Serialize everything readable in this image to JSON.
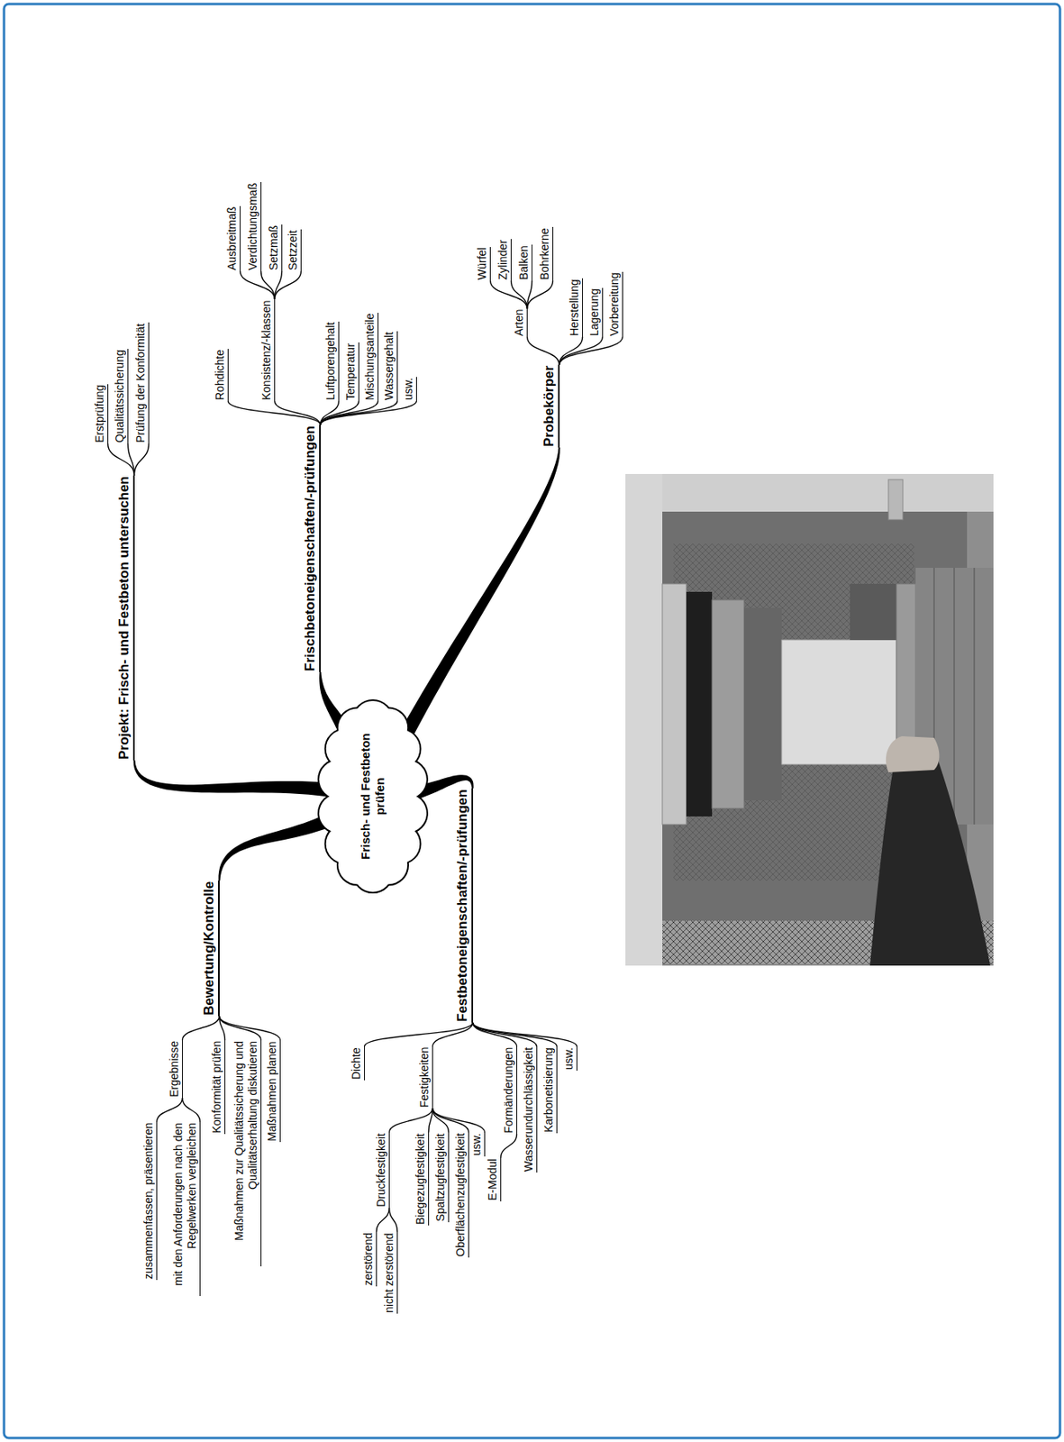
{
  "diagram": {
    "nodes": [
      {
        "text": [
          "Frisch- und Festbeton prüfen"
        ]
      },
      {
        "text": [
          "Projekt: Frisch- und Festbeton untersuchen"
        ]
      },
      {
        "text": [
          "Erstprüfung"
        ]
      },
      {
        "text": [
          "Qualitätssicherung"
        ]
      },
      {
        "text": [
          "Prüfung der Konformität"
        ]
      },
      {
        "text": [
          "Frischbetoneigenschaften/-prüfungen"
        ]
      },
      {
        "text": [
          "Rohdichte"
        ]
      },
      {
        "text": [
          "Konsistenz/-klassen"
        ]
      },
      {
        "text": [
          "Ausbreitmaß"
        ]
      },
      {
        "text": [
          "Verdichtungsmaß"
        ]
      },
      {
        "text": [
          "Setzmaß"
        ]
      },
      {
        "text": [
          "Setzzeit"
        ]
      },
      {
        "text": [
          "Luftporengehalt"
        ]
      },
      {
        "text": [
          "Temperatur"
        ]
      },
      {
        "text": [
          "Mischungsanteile"
        ]
      },
      {
        "text": [
          "Wassergehalt"
        ]
      },
      {
        "text": [
          "usw."
        ]
      },
      {
        "text": [
          "Probekörper"
        ]
      },
      {
        "text": [
          "Arten"
        ]
      },
      {
        "text": [
          "Würfel"
        ]
      },
      {
        "text": [
          "Zylinder"
        ]
      },
      {
        "text": [
          "Balken"
        ]
      },
      {
        "text": [
          "Bohrkerne"
        ]
      },
      {
        "text": [
          "Herstellung"
        ]
      },
      {
        "text": [
          "Lagerung"
        ]
      },
      {
        "text": [
          "Vorbereitung"
        ]
      },
      {
        "text": [
          "Bewertung/Kontrolle"
        ]
      },
      {
        "text": [
          "Ergebnisse"
        ]
      },
      {
        "text": [
          "zusammenfassen, präsentieren"
        ]
      },
      {
        "text": [
          "mit den Anforderungen nach den Regelwerken vergleichen"
        ]
      },
      {
        "text": [
          "Konformität prüfen"
        ]
      },
      {
        "text": [
          "Maßnahmen zur Qualitätssicherung und Qualitätserhaltung diskutieren"
        ]
      },
      {
        "text": [
          "Maßnahmen planen"
        ]
      },
      {
        "text": [
          "Festbetoneigenschaften/-prüfungen"
        ]
      },
      {
        "text": [
          "Dichte"
        ]
      },
      {
        "text": [
          "Festigkeiten"
        ]
      },
      {
        "text": [
          "Druckfestigkeit"
        ]
      },
      {
        "text": [
          "zerstörend"
        ]
      },
      {
        "text": [
          "nicht zerstörend"
        ]
      },
      {
        "text": [
          "Biegezugfestigkeit"
        ]
      },
      {
        "text": [
          "Spaltzugfestigkeit"
        ]
      },
      {
        "text": [
          "Oberflächenzugfestigkeit"
        ]
      },
      {
        "text": [
          "usw."
        ]
      },
      {
        "text": [
          "Formänderungen"
        ]
      },
      {
        "text": [
          "E-Modul"
        ]
      },
      {
        "text": [
          "Wasserundurchlässigkeit"
        ]
      },
      {
        "text": [
          "Karbonetisierung"
        ]
      },
      {
        "text": [
          "usw."
        ]
      }
    ],
    "edges": [
      {
        "from": 0,
        "to": 1,
        "arrow": "none"
      },
      {
        "from": 1,
        "to": 2,
        "arrow": "none"
      },
      {
        "from": 1,
        "to": 3,
        "arrow": "none"
      },
      {
        "from": 1,
        "to": 4,
        "arrow": "none"
      },
      {
        "from": 0,
        "to": 5,
        "arrow": "none"
      },
      {
        "from": 5,
        "to": 6,
        "arrow": "none"
      },
      {
        "from": 5,
        "to": 7,
        "arrow": "none"
      },
      {
        "from": 7,
        "to": 8,
        "arrow": "none"
      },
      {
        "from": 7,
        "to": 9,
        "arrow": "none"
      },
      {
        "from": 7,
        "to": 10,
        "arrow": "none"
      },
      {
        "from": 7,
        "to": 11,
        "arrow": "none"
      },
      {
        "from": 5,
        "to": 12,
        "arrow": "none"
      },
      {
        "from": 5,
        "to": 13,
        "arrow": "none"
      },
      {
        "from": 5,
        "to": 14,
        "arrow": "none"
      },
      {
        "from": 5,
        "to": 15,
        "arrow": "none"
      },
      {
        "from": 5,
        "to": 16,
        "arrow": "none"
      },
      {
        "from": 0,
        "to": 17,
        "arrow": "none"
      },
      {
        "from": 17,
        "to": 18,
        "arrow": "none"
      },
      {
        "from": 18,
        "to": 19,
        "arrow": "none"
      },
      {
        "from": 18,
        "to": 20,
        "arrow": "none"
      },
      {
        "from": 18,
        "to": 21,
        "arrow": "none"
      },
      {
        "from": 18,
        "to": 22,
        "arrow": "none"
      },
      {
        "from": 17,
        "to": 23,
        "arrow": "none"
      },
      {
        "from": 17,
        "to": 24,
        "arrow": "none"
      },
      {
        "from": 17,
        "to": 25,
        "arrow": "none"
      },
      {
        "from": 0,
        "to": 26,
        "arrow": "none"
      },
      {
        "from": 26,
        "to": 27,
        "arrow": "none"
      },
      {
        "from": 27,
        "to": 28,
        "arrow": "none"
      },
      {
        "from": 27,
        "to": 29,
        "arrow": "none"
      },
      {
        "from": 26,
        "to": 30,
        "arrow": "none"
      },
      {
        "from": 26,
        "to": 31,
        "arrow": "none"
      },
      {
        "from": 26,
        "to": 32,
        "arrow": "none"
      },
      {
        "from": 0,
        "to": 33,
        "arrow": "none"
      },
      {
        "from": 33,
        "to": 34,
        "arrow": "none"
      },
      {
        "from": 33,
        "to": 35,
        "arrow": "none"
      },
      {
        "from": 35,
        "to": 36,
        "arrow": "none"
      },
      {
        "from": 36,
        "to": 37,
        "arrow": "none"
      },
      {
        "from": 36,
        "to": 38,
        "arrow": "none"
      },
      {
        "from": 35,
        "to": 39,
        "arrow": "none"
      },
      {
        "from": 35,
        "to": 40,
        "arrow": "none"
      },
      {
        "from": 35,
        "to": 41,
        "arrow": "none"
      },
      {
        "from": 35,
        "to": 42,
        "arrow": "none"
      },
      {
        "from": 33,
        "to": 43,
        "arrow": "none"
      },
      {
        "from": 43,
        "to": 44,
        "arrow": "none"
      },
      {
        "from": 33,
        "to": 45,
        "arrow": "none"
      },
      {
        "from": 33,
        "to": 46,
        "arrow": "none"
      },
      {
        "from": 33,
        "to": 47,
        "arrow": "none"
      }
    ]
  }
}
